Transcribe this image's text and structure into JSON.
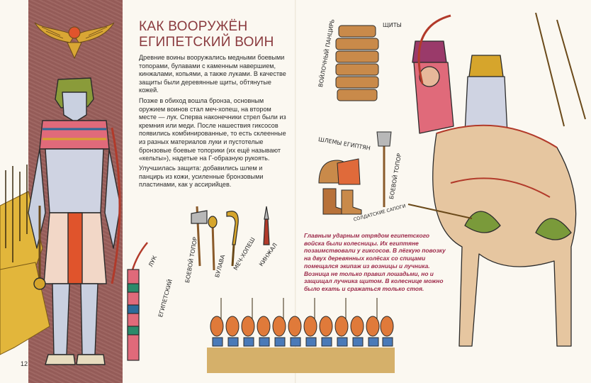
{
  "title": {
    "line1": "КАК ВООРУЖЁН",
    "line2": "ЕГИПЕТСКИЙ ВОИН"
  },
  "paragraphs": [
    "Древние воины вооружались медными боевыми топорами, булавами с каменным навершием, кинжалами, копьями, а также луками. В качестве защиты были деревянные щиты, обтянутые кожей.",
    "Позже в обиход вошла бронза, основным оружием воинов стал меч-хопеш, на втором месте — лук. Сперва наконечники стрел были из кремния или меди. После нашествия гиксосов появились комбинированные, то есть склеенные из разных материалов луки и пустотелые бронзовые боевые топорики (их ещё называют «кельты»), надетые на Г-образную рукоять.",
    "Улучшилась защита: добавились шлем и панцирь из кожи, усиленные бронзовыми пластинами, как у ассирийцев."
  ],
  "caption": "Главным ударным отрядом египетского войска были колесницы. Их египтяне позаимствовали у гиксосов. В лёгкую повозку на двух деревянных колёсах со спицами помещался экипаж из возницы и лучника. Возница не только правил лошадьми, но и защищал лучника щитом. В колеснице можно было ехать и сражаться только стоя.",
  "labels": {
    "axe": "БОЕВОЙ ТОПОР",
    "mace": "БУЛАВА",
    "sword": "МЕЧ-ХОПЕШ",
    "dagger": "КИНЖАЛ",
    "bow": "ЛУК",
    "quiver": "ЕГИПЕТСКИЙ",
    "armor": "ВОЙЛОЧНЫЙ ПАНЦИРЬ",
    "shields": "ЩИТЫ",
    "helmets": "ШЛЕМЫ ЕГИПТЯН",
    "axe2": "БОЕВОЙ ТОПОР",
    "boots": "СОЛДАТСКИЕ САПОГИ"
  },
  "page_number": "12",
  "colors": {
    "accent": "#8a3a3e",
    "caption": "#9c2a4a",
    "ribbon": "#9a5f5b"
  }
}
